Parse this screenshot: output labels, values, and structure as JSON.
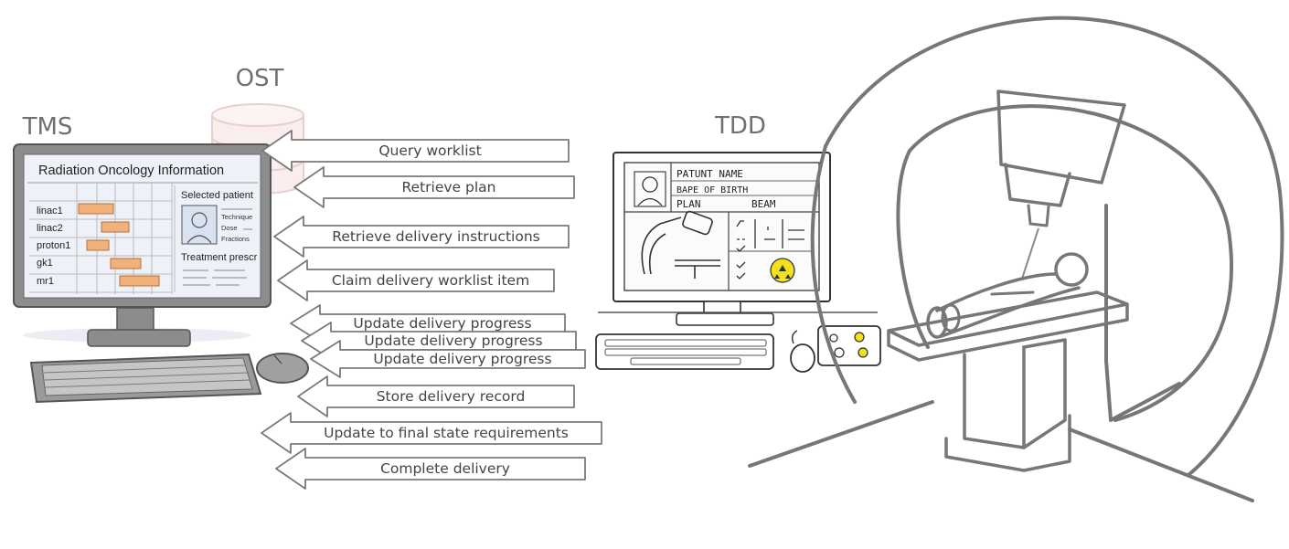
{
  "systems": {
    "tms": "TMS",
    "ost": "OST",
    "tdd": "TDD"
  },
  "tms_screen": {
    "title": "Radiation Oncology Information",
    "machines": [
      "linac1",
      "linac2",
      "proton1",
      "gk1",
      "mr1"
    ],
    "selected_patient_label": "Selected patient",
    "patient_fields": [
      "Technique",
      "Dose",
      "Fractions"
    ],
    "treatment_label": "Treatment prescr"
  },
  "tdd_screen": {
    "patient_name": "PATUNT NAME",
    "date_of_birth": "BAPE OF BIRTH",
    "plan": "PLAN",
    "beam": "BEAM"
  },
  "messages": [
    "Query worklist",
    "Retrieve plan",
    "Retrieve delivery instructions",
    "Claim delivery worklist item",
    "Update delivery progress",
    "Update delivery progress",
    "Update delivery progress",
    "Store delivery record",
    "Update to final state requirements",
    "Complete delivery"
  ],
  "colors": {
    "gantt_bar": "#f0b27a",
    "screen_bg": "#eef1f8",
    "monitor_frame": "#8a8a8a",
    "ost_cylinder": "#f3d9d9",
    "radiation_badge": "#f2e21d"
  }
}
